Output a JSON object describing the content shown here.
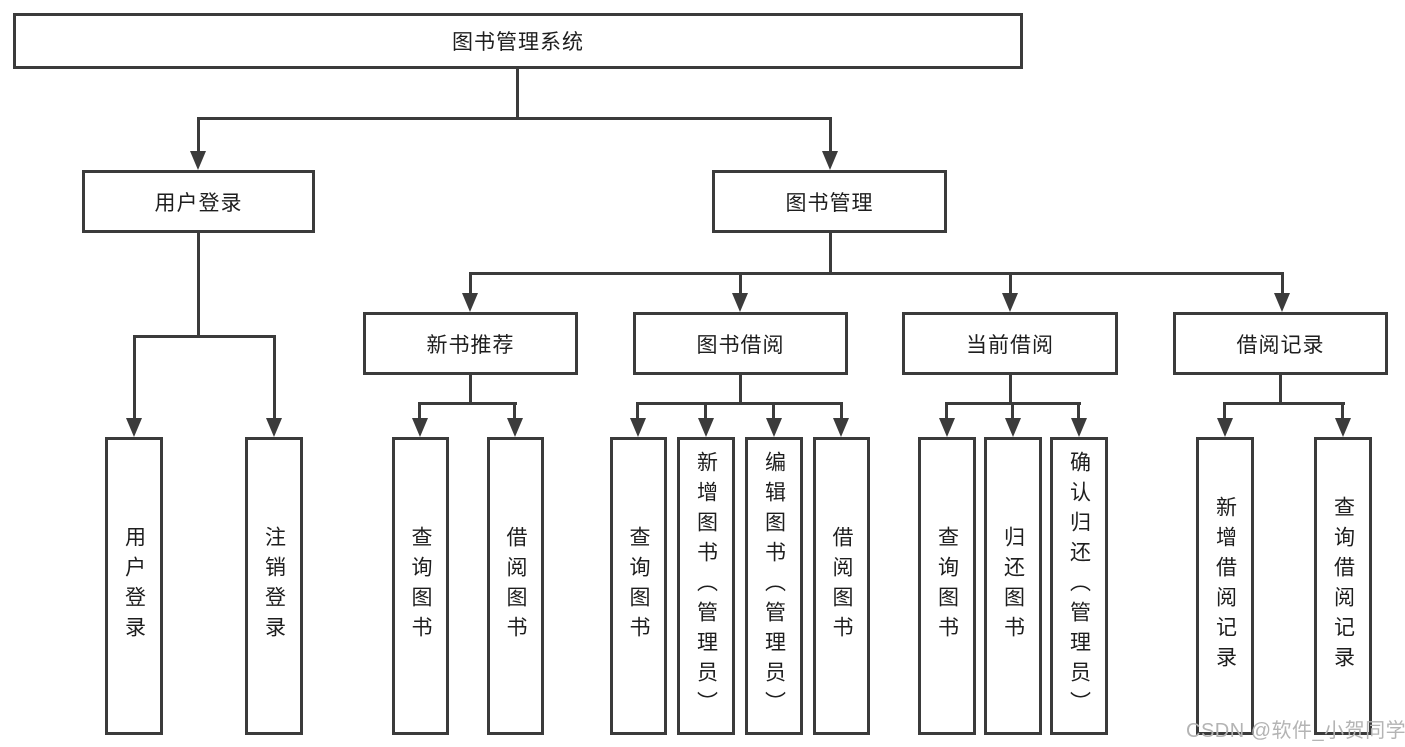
{
  "diagram": {
    "title": "图书管理系统",
    "level2": [
      "用户登录",
      "图书管理"
    ],
    "level3": [
      "新书推荐",
      "图书借阅",
      "当前借阅",
      "借阅记录"
    ],
    "leaves_user_login": [
      "用户登录",
      "注销登录"
    ],
    "leaves_new_book": [
      "查询图书",
      "借阅图书"
    ],
    "leaves_book_borrow": [
      "查询图书",
      "新增图书（管理员）",
      "编辑图书（管理员）",
      "借阅图书"
    ],
    "leaves_current_borrow": [
      "查询图书",
      "归还图书",
      "确认归还（管理员）"
    ],
    "leaves_borrow_records": [
      "新增借阅记录",
      "查询借阅记录"
    ]
  },
  "watermark": "CSDN @软件_小贺同学",
  "colors": {
    "line": "#3b3b3b",
    "text": "#1e1e1e",
    "watermark": "#b4b4b4",
    "background": "#ffffff"
  }
}
